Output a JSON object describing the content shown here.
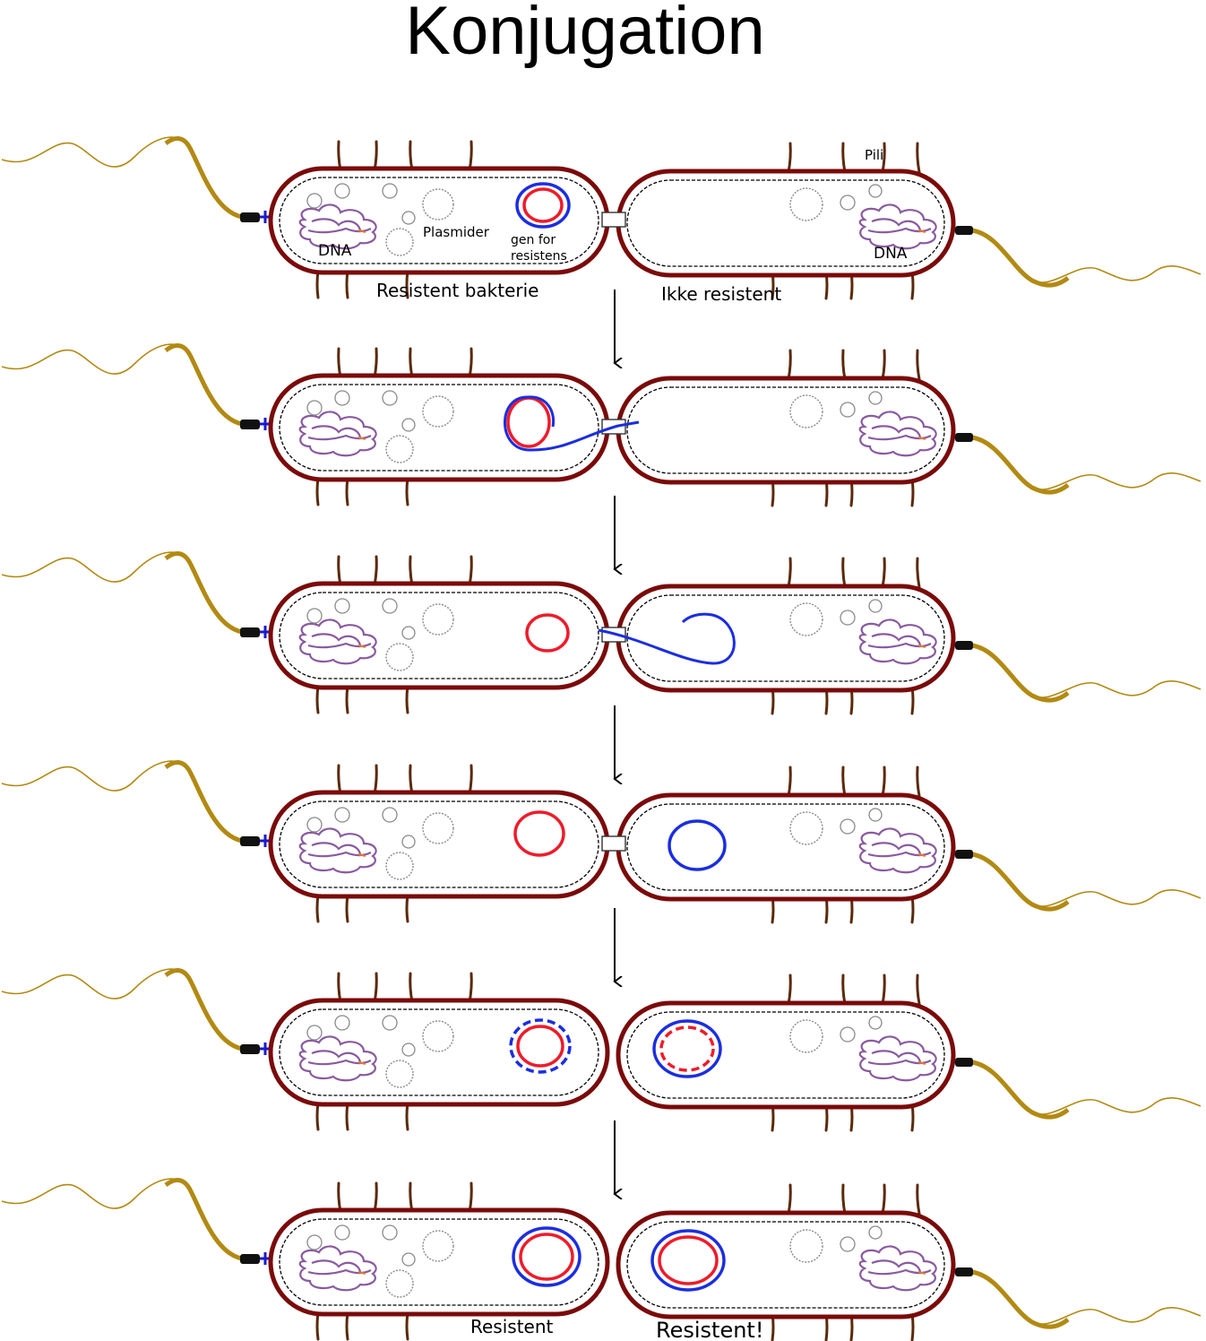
{
  "title": "Konjugation",
  "labels": {
    "pili": "Pili",
    "dna_left": "DNA",
    "plasmider": "Plasmider",
    "gen_line1": "gen for",
    "gen_line2": "resistens",
    "dna_right": "DNA",
    "resistent_bakterie": "Resistent bakterie",
    "ikke_resistent": "Ikke resistent",
    "resistent_final_left": "Resistent",
    "resistent_final_right": "Resistent!"
  },
  "colors": {
    "cell_wall": "#7a0a0a",
    "pili": "#5a2a0a",
    "flagellum": "#b28a12",
    "motor": "#1a1acc",
    "dna": "#8a5aa0",
    "plasmid_red": "#ee1c2a",
    "plasmid_blue": "#1b2ee0",
    "small_plasmid": "#8a8a8a"
  },
  "stages": [
    {
      "step": 1,
      "state": "contact"
    },
    {
      "step": 2,
      "state": "plasmid-nicked-transfer-start"
    },
    {
      "step": 3,
      "state": "single-strand-in-recipient"
    },
    {
      "step": 4,
      "state": "single-strands-circularized"
    },
    {
      "step": 5,
      "state": "complementary-strand-synthesis"
    },
    {
      "step": 6,
      "state": "both-resistant"
    }
  ]
}
